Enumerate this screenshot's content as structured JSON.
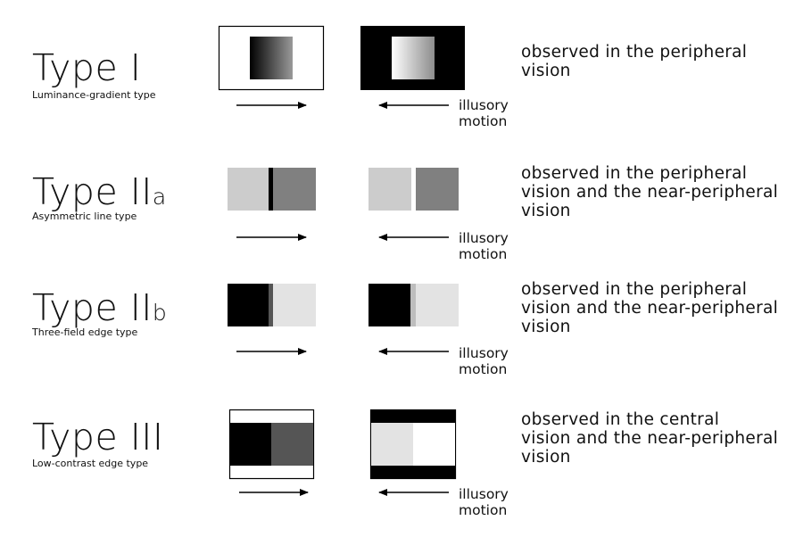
{
  "rows": [
    {
      "title": "Type I",
      "title_suffix": "",
      "subtitle": "Luminance-gradient type",
      "observation": "observed in the peripheral\nvision",
      "illusory_label": "illusory\nmotion"
    },
    {
      "title": "Type II",
      "title_suffix": "a",
      "subtitle": "Asymmetric line type",
      "observation": "observed in the peripheral\nvision and the near-peripheral\nvision",
      "illusory_label": "illusory\nmotion"
    },
    {
      "title": "Type II",
      "title_suffix": "b",
      "subtitle": "Three-field edge type",
      "observation": "observed in the peripheral\nvision and the near-peripheral\nvision",
      "illusory_label": "illusory\nmotion"
    },
    {
      "title": "Type III",
      "title_suffix": "",
      "subtitle": "Low-contrast edge type",
      "observation": "observed in the central\nvision and the near-peripheral\nvision",
      "illusory_label": "illusory\nmotion"
    }
  ],
  "colors": {
    "black": "#000000",
    "white": "#ffffff",
    "light_gray": "#cccccc",
    "mid_gray": "#808080",
    "dark_gray": "#555555",
    "pale_gray": "#e3e3e3"
  }
}
